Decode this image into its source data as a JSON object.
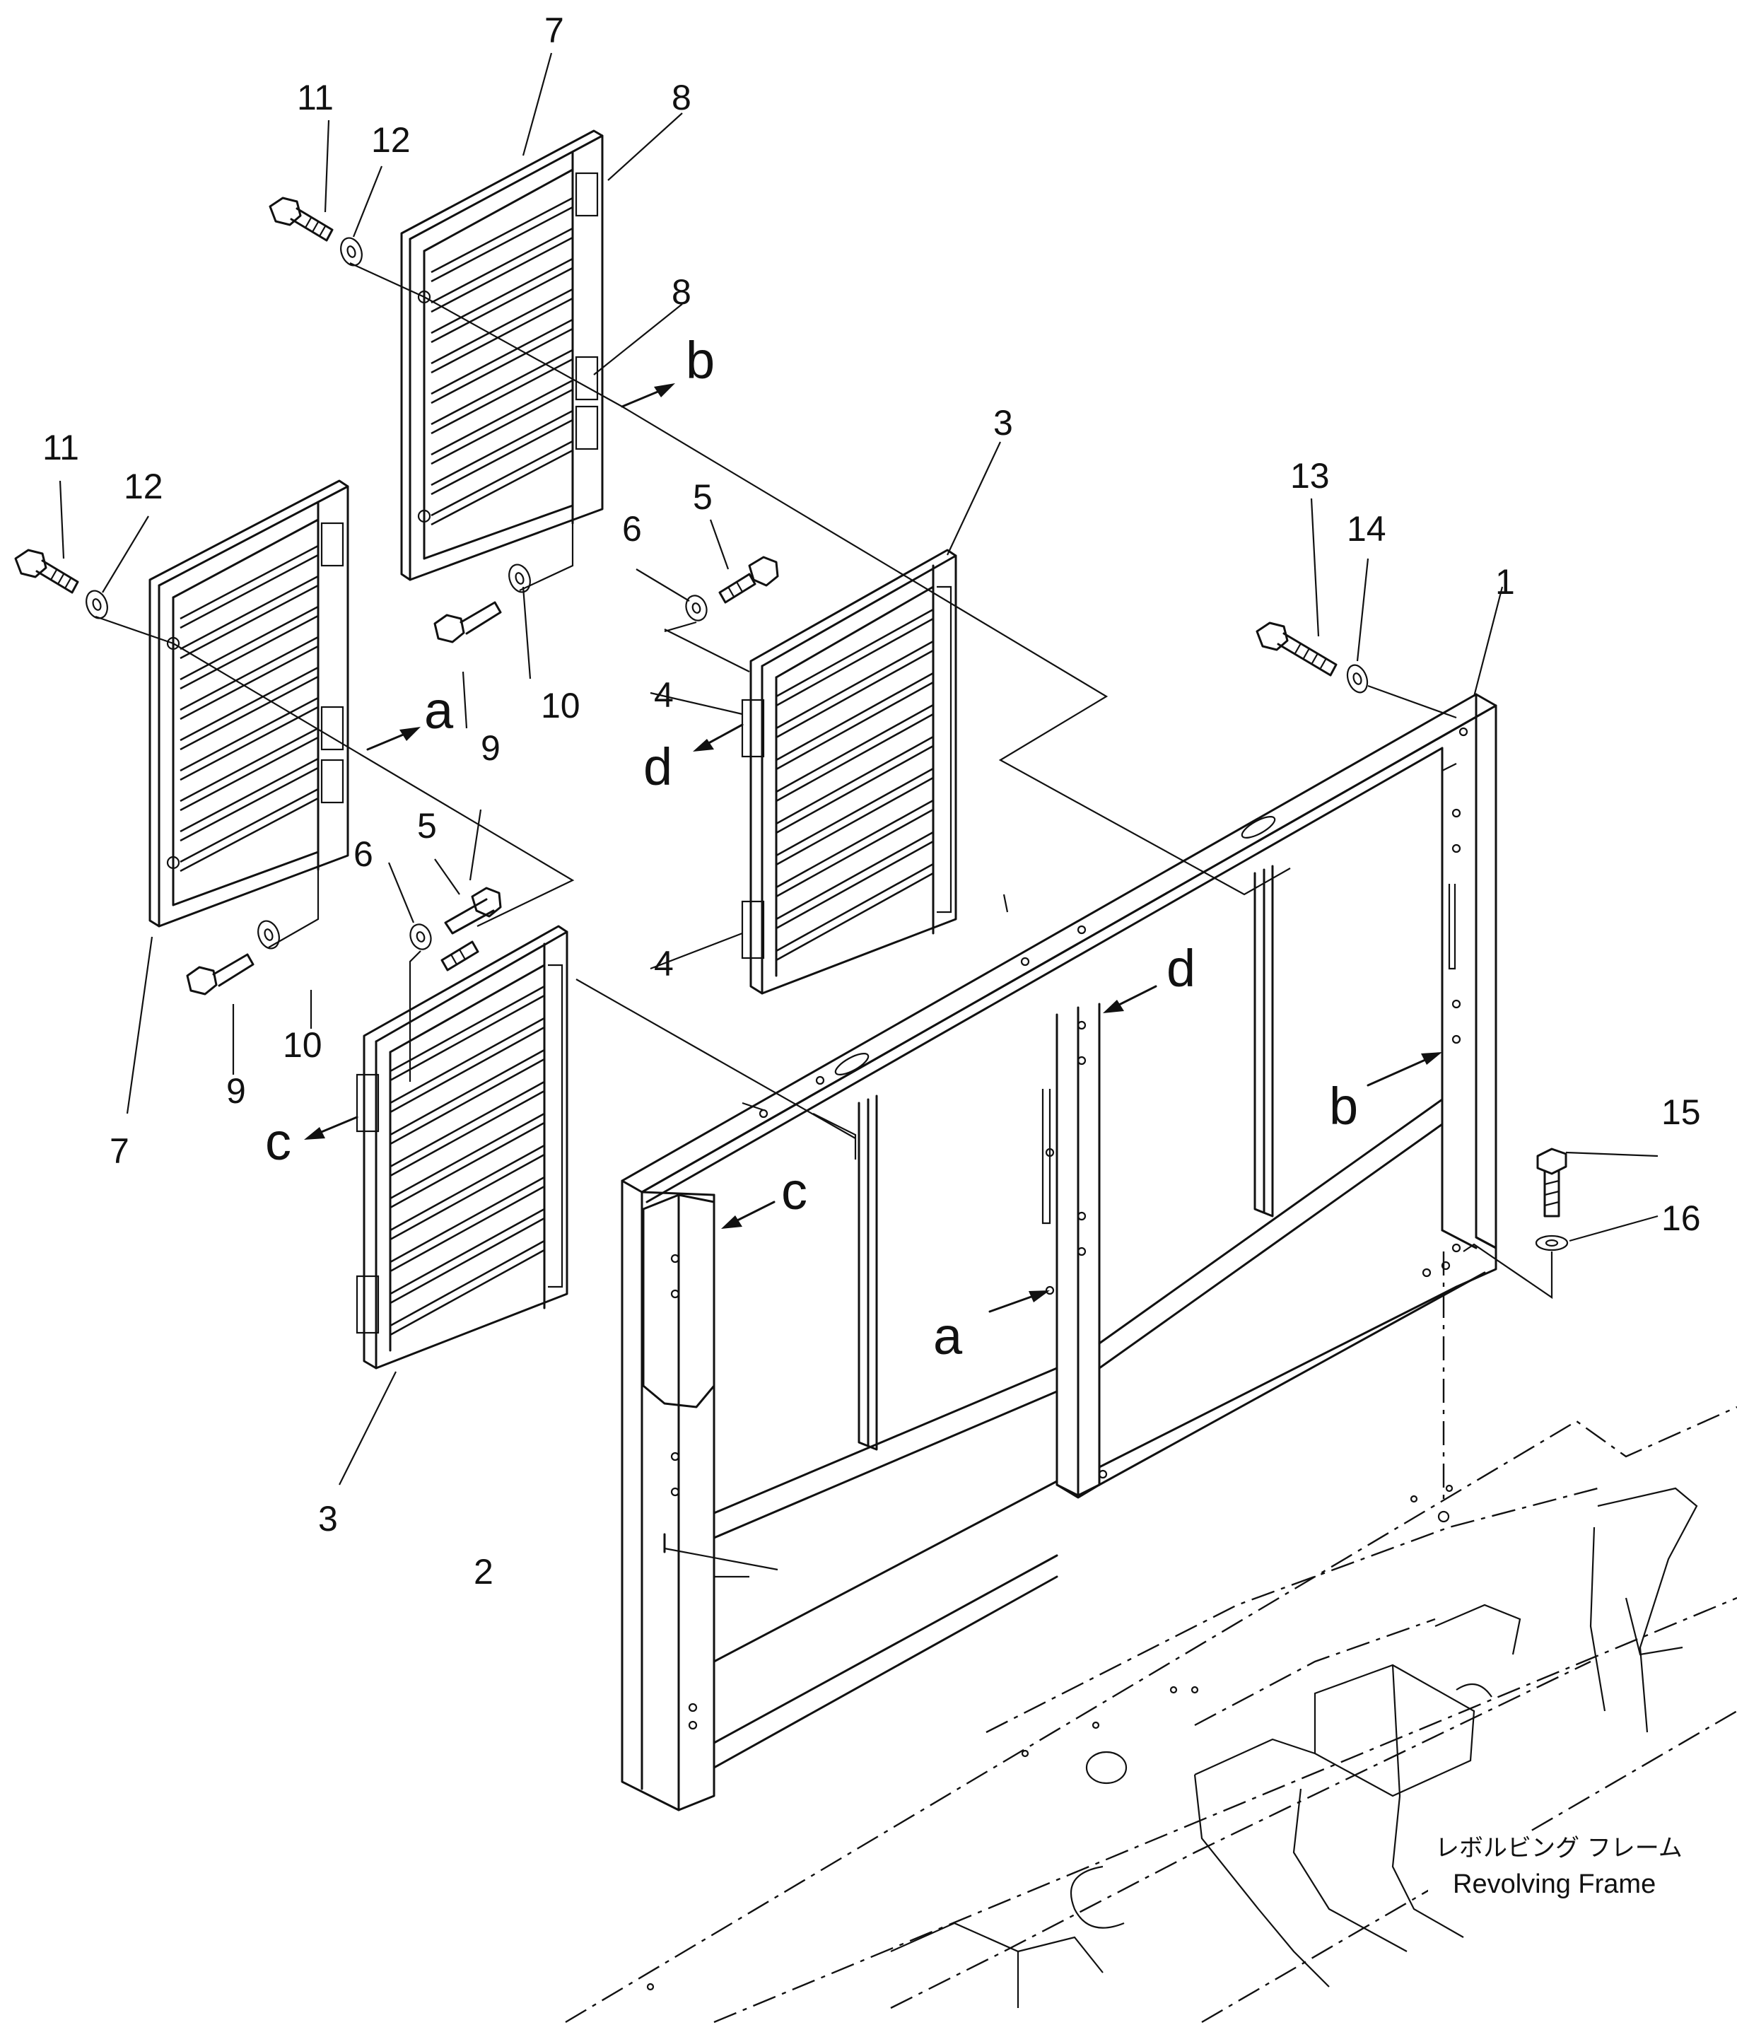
{
  "parts": {
    "p1": "1",
    "p2": "2",
    "p3": "3",
    "p4": "4",
    "p5": "5",
    "p6": "6",
    "p7": "7",
    "p8": "8",
    "p9": "9",
    "p10": "10",
    "p11": "11",
    "p12": "12",
    "p13": "13",
    "p14": "14",
    "p15": "15",
    "p16": "16"
  },
  "refs": {
    "a": "a",
    "b": "b",
    "c": "c",
    "d": "d"
  },
  "frame_caption_jp": "レボルビング フレーム",
  "frame_caption_en": "Revolving Frame",
  "colors": {
    "line": "#111111",
    "background": "#ffffff"
  }
}
